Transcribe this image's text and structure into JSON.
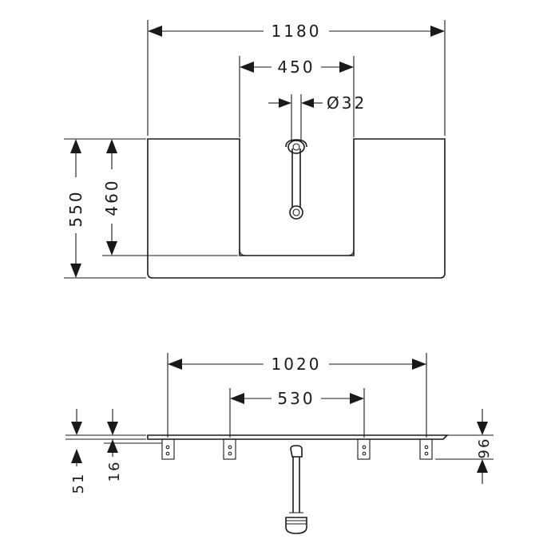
{
  "top_view": {
    "dims": {
      "overall_width": "1180",
      "basin_width": "450",
      "pipe_diameter": "Ø32",
      "overall_depth": "550",
      "basin_depth": "460"
    }
  },
  "side_view": {
    "dims": {
      "bracket_span": "1020",
      "inner_bracket_span": "530",
      "top_thickness": "16",
      "overall_height": "51",
      "bracket_height": "96"
    }
  }
}
